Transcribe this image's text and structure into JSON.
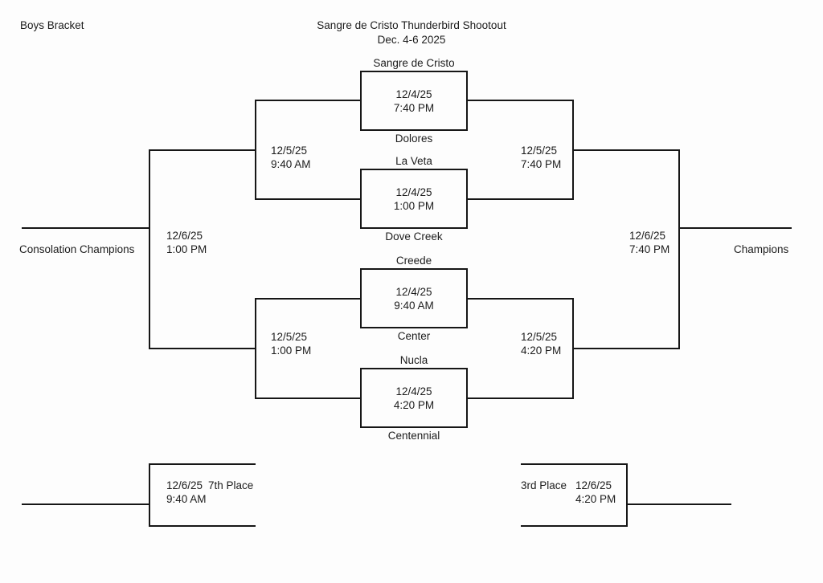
{
  "header": {
    "bracket_label": "Boys Bracket",
    "title": "Sangre de Cristo Thunderbird Shootout",
    "dates": "Dec. 4-6 2025"
  },
  "games": {
    "r1": [
      {
        "top_team": "Sangre de Cristo",
        "bottom_team": "Dolores",
        "date": "12/4/25",
        "time": "7:40 PM"
      },
      {
        "top_team": "La Veta",
        "bottom_team": "Dove Creek",
        "date": "12/4/25",
        "time": "1:00 PM"
      },
      {
        "top_team": "Creede",
        "bottom_team": "Center",
        "date": "12/4/25",
        "time": "9:40 AM"
      },
      {
        "top_team": "Nucla",
        "bottom_team": "Centennial",
        "date": "12/4/25",
        "time": "4:20 PM"
      }
    ]
  },
  "semis": {
    "left_top": {
      "date": "12/5/25",
      "time": "9:40 AM"
    },
    "right_top": {
      "date": "12/5/25",
      "time": "7:40 PM"
    },
    "left_bottom": {
      "date": "12/5/25",
      "time": "1:00 PM"
    },
    "right_bottom": {
      "date": "12/5/25",
      "time": "4:20 PM"
    }
  },
  "finals": {
    "consolation": {
      "date": "12/6/25",
      "time": "1:00 PM",
      "label": "Consolation Champions"
    },
    "championship": {
      "date": "12/6/25",
      "time": "7:40 PM",
      "label": "Champions"
    }
  },
  "placement": {
    "seventh": {
      "label": "7th Place",
      "date": "12/6/25",
      "time": "9:40 AM"
    },
    "third": {
      "label": "3rd Place",
      "date": "12/6/25",
      "time": "4:20 PM"
    }
  }
}
